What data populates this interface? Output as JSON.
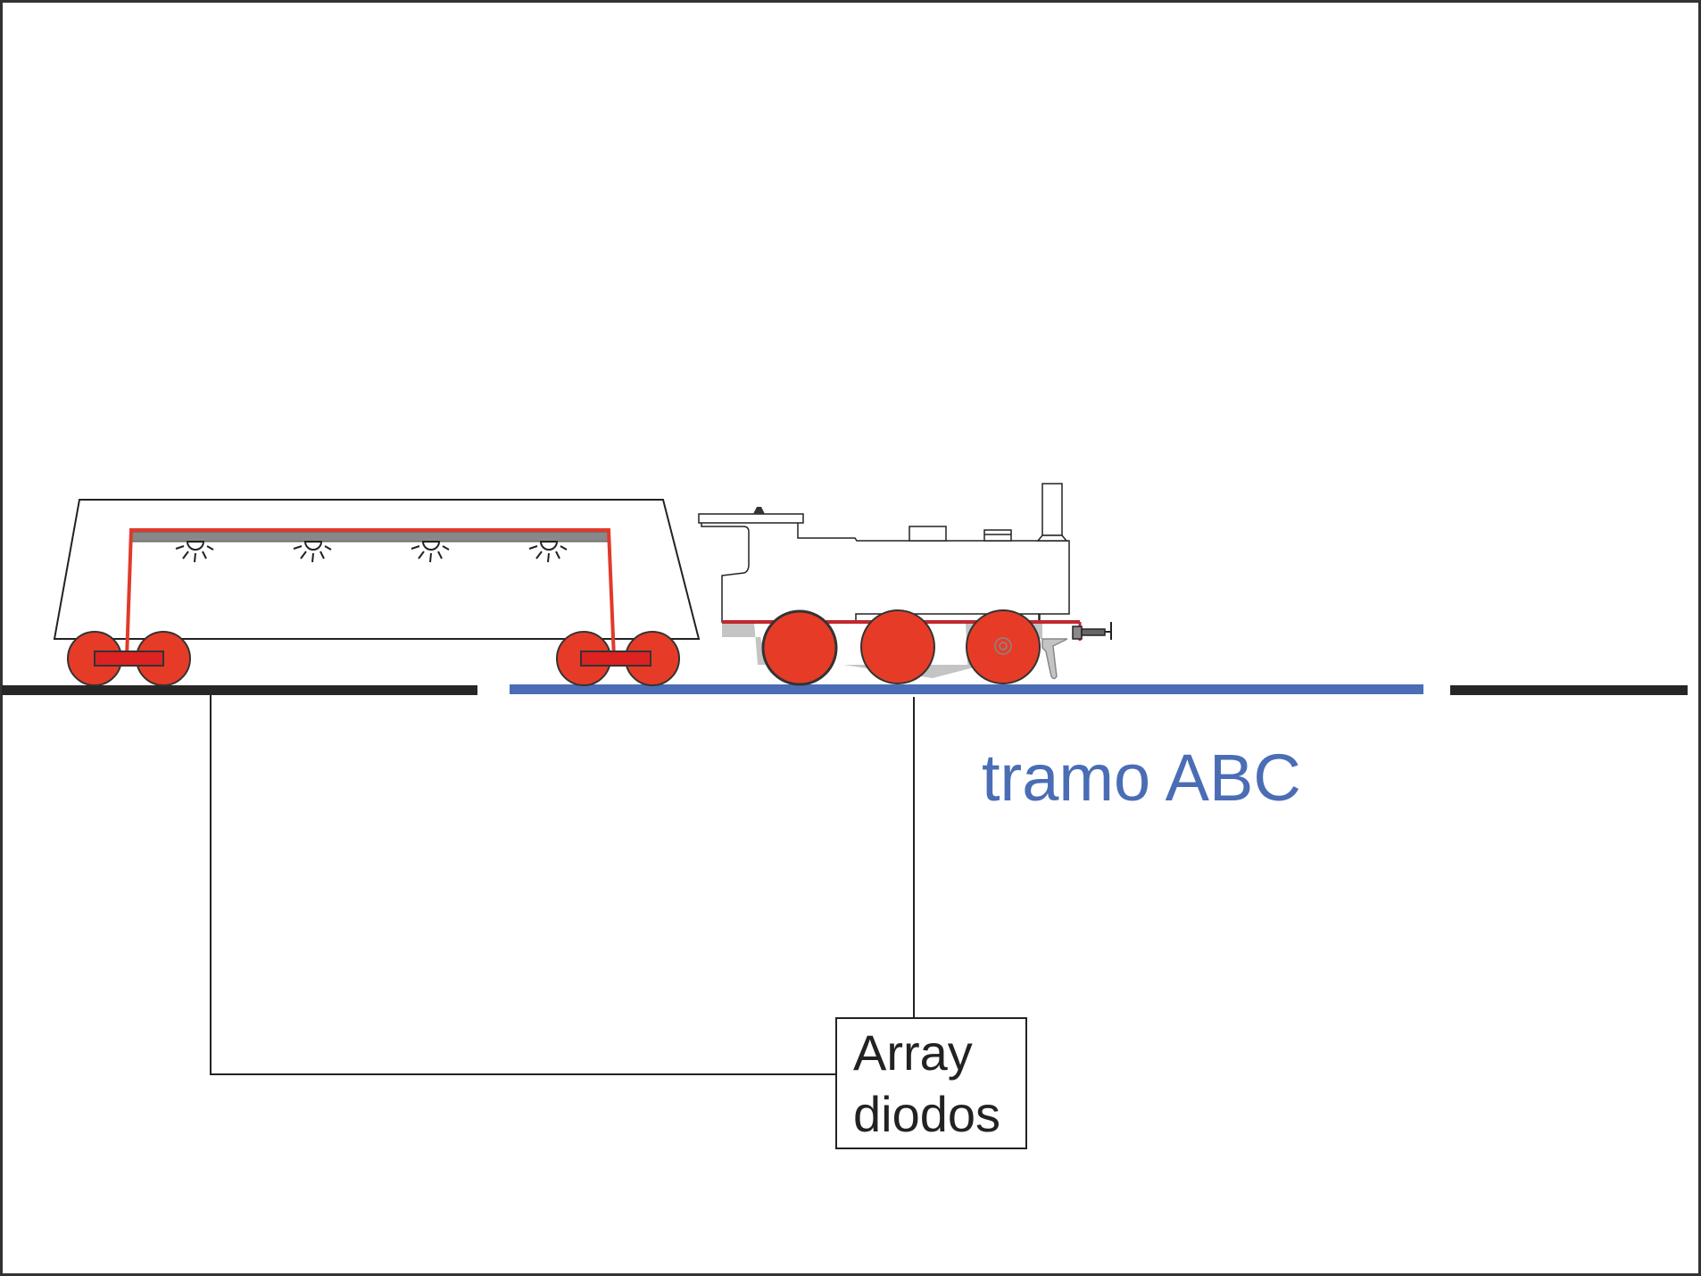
{
  "labels": {
    "section_label": "tramo ABC",
    "box_line1": "Array",
    "box_line2": "diodos"
  },
  "colors": {
    "isolated_rail": "#4a6db5",
    "normal_rail": "#262626",
    "wheel": "#e63c27",
    "bogie": "#dd2222",
    "light_bar": "#888888",
    "chassis_gray": "#c4c4c4",
    "outline": "#222222",
    "wire": "#222222",
    "text_dark": "#222222"
  },
  "icons": {
    "lamp": "lamp-icon",
    "wheel": "wheel-icon"
  }
}
